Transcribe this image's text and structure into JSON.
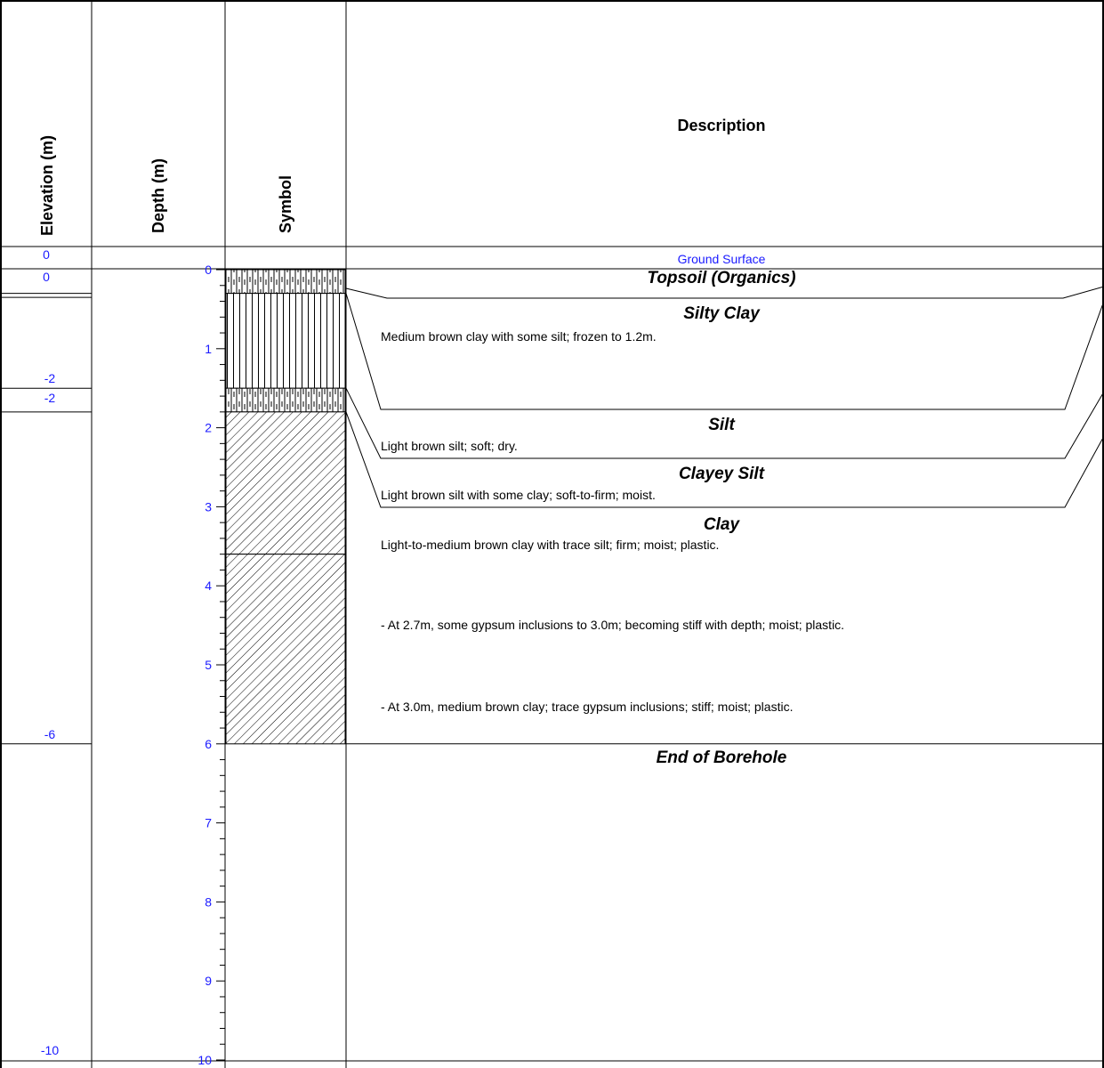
{
  "headers": {
    "elevation": "Elevation (m)",
    "depth": "Depth (m)",
    "symbol": "Symbol",
    "description": "Description"
  },
  "ground_surface": {
    "label": "Ground Surface",
    "elevation_label": "0",
    "top_elevation_label": "0"
  },
  "depth_axis": {
    "min": 0,
    "max": 10,
    "major_ticks": [
      "0",
      "1",
      "2",
      "3",
      "4",
      "5",
      "6",
      "7",
      "8",
      "9",
      "10"
    ],
    "minor_per_major": 5
  },
  "layers": [
    {
      "name": "Topsoil (Organics)",
      "top": 0,
      "bottom": 0.3,
      "pattern": "silt",
      "lines": []
    },
    {
      "name": "Silty Clay",
      "top": 0.3,
      "bottom": 1.5,
      "pattern": "vertical",
      "lines": [
        "Medium brown clay with some silt; frozen to 1.2m."
      ]
    },
    {
      "name": "Silt",
      "top": 1.5,
      "bottom": 1.8,
      "pattern": "silt",
      "lines": [
        "Light brown silt; soft; dry."
      ]
    },
    {
      "name": "Clayey Silt",
      "top": 1.8,
      "bottom": 3.6,
      "pattern": "hatch",
      "lines": [
        "Light brown silt with some clay; soft-to-firm; moist."
      ]
    },
    {
      "name": "Clay",
      "top": 3.6,
      "bottom": 6.0,
      "pattern": "hatch",
      "lines": [
        "Light-to-medium brown clay with trace silt; firm; moist; plastic.",
        "- At 2.7m, some gypsum inclusions to 3.0m; becoming stiff with depth; moist; plastic.",
        "- At 3.0m, medium brown clay; trace gypsum inclusions; stiff; moist; plastic."
      ]
    }
  ],
  "end_of_borehole": "End of Borehole",
  "elevation_labels": [
    {
      "text": "-2",
      "depth": 1.5,
      "pos": "above"
    },
    {
      "text": "-2",
      "depth": 1.5,
      "pos": "below"
    },
    {
      "text": "-6",
      "depth": 6.0,
      "pos": "above"
    },
    {
      "text": "-10",
      "depth": 10.0,
      "pos": "above"
    }
  ]
}
